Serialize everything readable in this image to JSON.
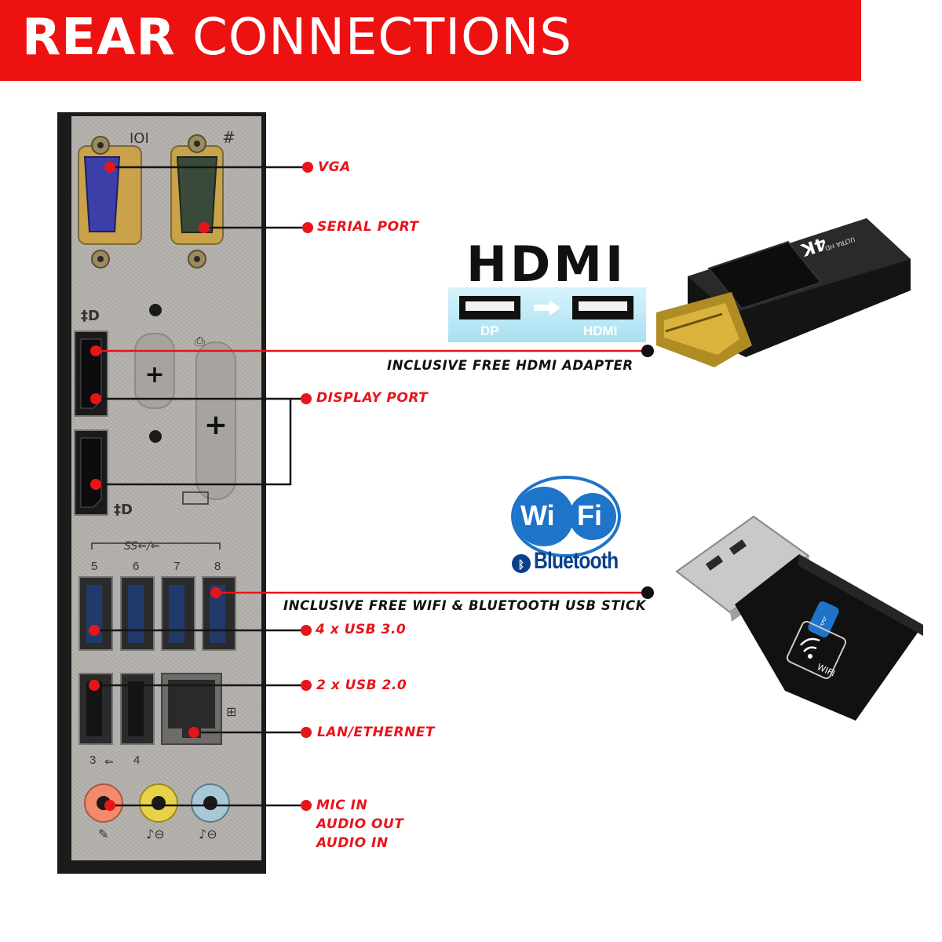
{
  "banner": {
    "title_bold": "REAR",
    "title_rest": "CONNECTIONS"
  },
  "labels": {
    "vga": "VGA",
    "serial": "SERIAL PORT",
    "hdmi_adapter": "INCLUSIVE FREE HDMI ADAPTER",
    "display_port": "DISPLAY PORT",
    "wifi_stick": "INCLUSIVE FREE WIFI & BLUETOOTH USB STICK",
    "usb3": "4 x USB 3.0",
    "usb2": "2 x USB 2.0",
    "lan": "LAN/ETHERNET",
    "mic_in": "MIC IN",
    "audio_out": "AUDIO OUT",
    "audio_in": "AUDIO IN"
  },
  "hdmi_graphic": {
    "logo": "HDMI",
    "from": "DP",
    "to": "HDMI",
    "adapter_badge": "4K",
    "adapter_sub": "ULTRA HD"
  },
  "wifi_graphic": {
    "wi": "Wi",
    "fi": "Fi",
    "bluetooth": "Bluetooth",
    "stick_label": "WIFI"
  },
  "panel": {
    "usb3_numbers": [
      "5",
      "6",
      "7",
      "8"
    ],
    "usb2_numbers": [
      "3",
      "4"
    ]
  },
  "colors": {
    "accent": "#ee1111",
    "label_red": "#e8141b",
    "plate": "#b4b1ac",
    "bt_blue": "#0a3f8c",
    "wifi_blue": "#1e74c8"
  }
}
